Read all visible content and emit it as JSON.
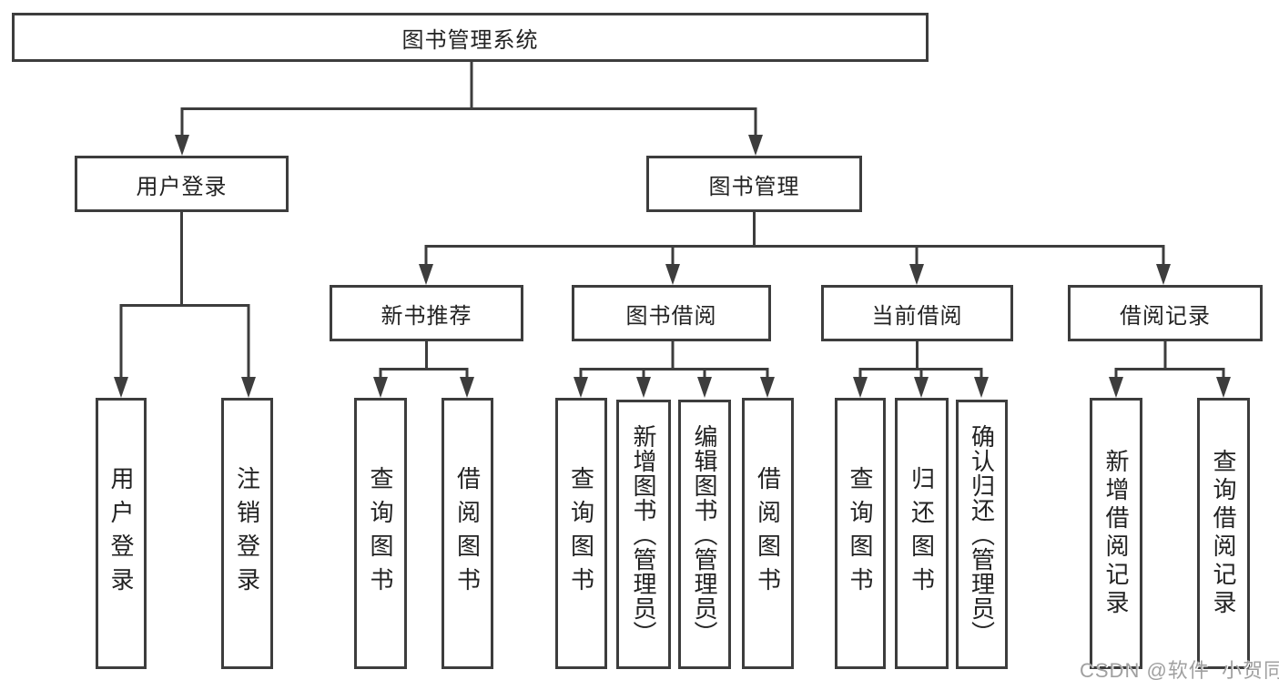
{
  "tree": {
    "root": {
      "label": "图书管理系统"
    },
    "branches": [
      {
        "label": "用户登录",
        "children": [
          {
            "label": "用户登录"
          },
          {
            "label": "注销登录"
          }
        ]
      },
      {
        "label": "图书管理",
        "groups": [
          {
            "label": "新书推荐",
            "children": [
              {
                "label": "查询图书"
              },
              {
                "label": "借阅图书"
              }
            ]
          },
          {
            "label": "图书借阅",
            "children": [
              {
                "label": "查询图书"
              },
              {
                "label": "新增图书（管理员）"
              },
              {
                "label": "编辑图书（管理员）"
              },
              {
                "label": "借阅图书"
              }
            ]
          },
          {
            "label": "当前借阅",
            "children": [
              {
                "label": "查询图书"
              },
              {
                "label": "归还图书"
              },
              {
                "label": "确认归还（管理员）"
              }
            ]
          },
          {
            "label": "借阅记录",
            "children": [
              {
                "label": "新增借阅记录"
              },
              {
                "label": "查询借阅记录"
              }
            ]
          }
        ]
      }
    ]
  },
  "watermark": {
    "text": "CSDN @软件_小贺同学"
  },
  "colors": {
    "line": "#3d3d3d",
    "text": "#222222",
    "watermark": "#a0a0a0",
    "background": "#ffffff"
  }
}
